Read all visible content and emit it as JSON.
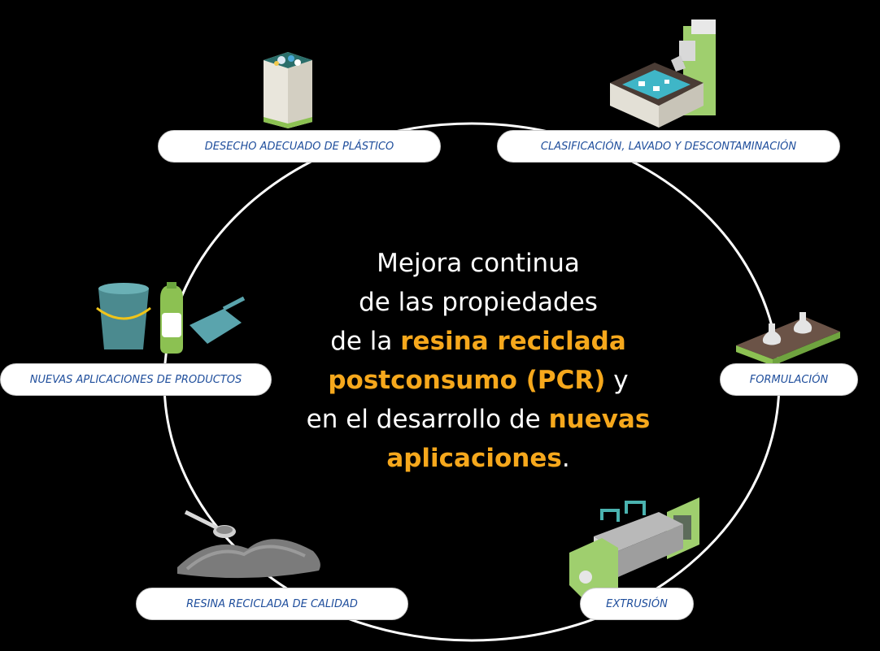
{
  "colors": {
    "background": "#000000",
    "highlight": "#f6a81c",
    "label_text": "#1f4e9c",
    "cycle_line": "#ffffff"
  },
  "stages": [
    {
      "id": "desecho",
      "label": "DESECHO ADECUADO DE PLÁSTICO",
      "icon": "recycling-bin-icon"
    },
    {
      "id": "clasificacion",
      "label": "CLASIFICACIÓN, LAVADO Y DESCONTAMINACIÓN",
      "icon": "washing-machine-icon"
    },
    {
      "id": "formulacion",
      "label": "FORMULACIÓN",
      "icon": "conveyor-flasks-icon"
    },
    {
      "id": "extrusion",
      "label": "EXTRUSIÓN",
      "icon": "extruder-machine-icon"
    },
    {
      "id": "resina",
      "label": "RESINA RECICLADA DE CALIDAD",
      "icon": "resin-pile-scoop-icon"
    },
    {
      "id": "nuevas",
      "label": "NUEVAS APLICACIONES DE PRODUCTOS",
      "icon": "bucket-bottle-dustpan-icon"
    }
  ],
  "center": {
    "l1": "Mejora continua",
    "l2": "de las propiedades",
    "l3a": "de la ",
    "l3b": "resina reciclada",
    "l4a": "postconsumo (PCR)",
    "l4b": " y",
    "l5a": "en el desarrollo de ",
    "l5b": "nuevas",
    "l6a": "aplicaciones",
    "l6b": "."
  }
}
